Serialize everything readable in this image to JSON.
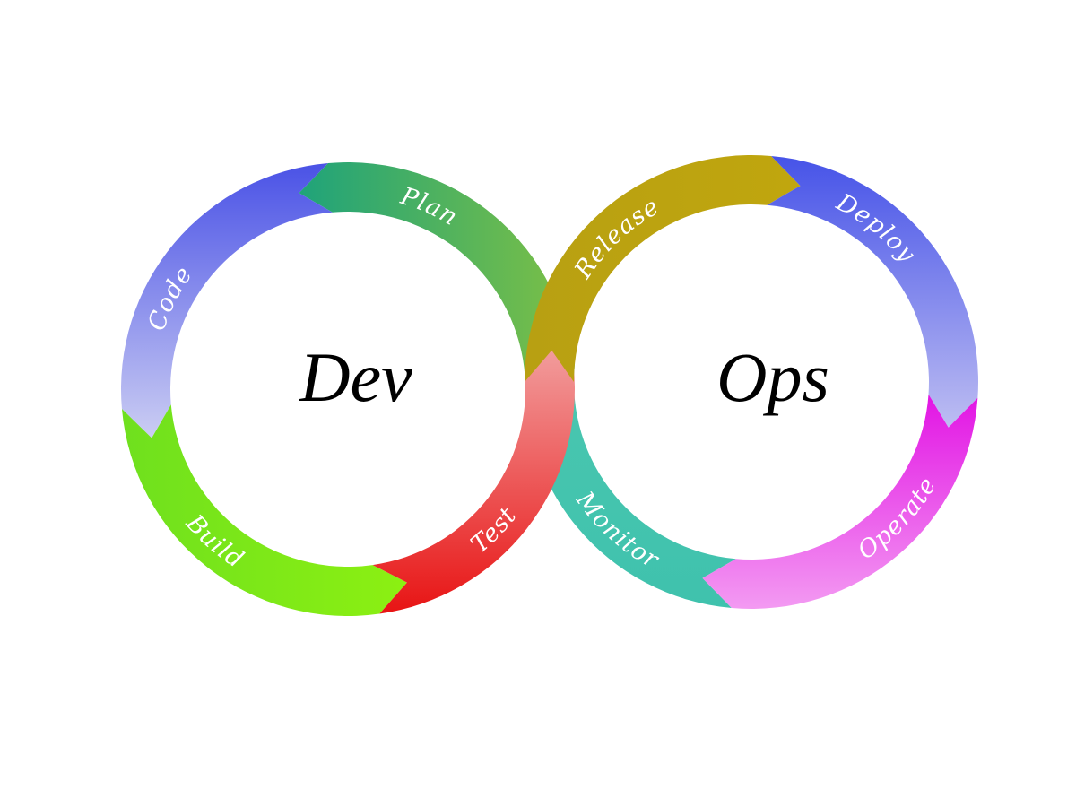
{
  "diagram": {
    "left_ring": {
      "title": "Dev",
      "segments": [
        {
          "label": "Plan",
          "colors": [
            "#1fa37a",
            "#7dc045"
          ]
        },
        {
          "label": "Code",
          "colors": [
            "#4a52e6",
            "#cbcdf3"
          ]
        },
        {
          "label": "Build",
          "colors": [
            "#6fe01e",
            "#8cf012"
          ]
        },
        {
          "label": "Test",
          "colors": [
            "#f2a3a3",
            "#e81414"
          ]
        }
      ]
    },
    "right_ring": {
      "title": "Ops",
      "segments": [
        {
          "label": "Release",
          "colors": [
            "#b8a012",
            "#c0a60e"
          ]
        },
        {
          "label": "Deploy",
          "colors": [
            "#4653e8",
            "#bdbdf2"
          ]
        },
        {
          "label": "Operate",
          "colors": [
            "#e214e4",
            "#f39af2"
          ]
        },
        {
          "label": "Monitor",
          "colors": [
            "#3fc2ad",
            "#4cc7b0"
          ]
        }
      ]
    }
  }
}
